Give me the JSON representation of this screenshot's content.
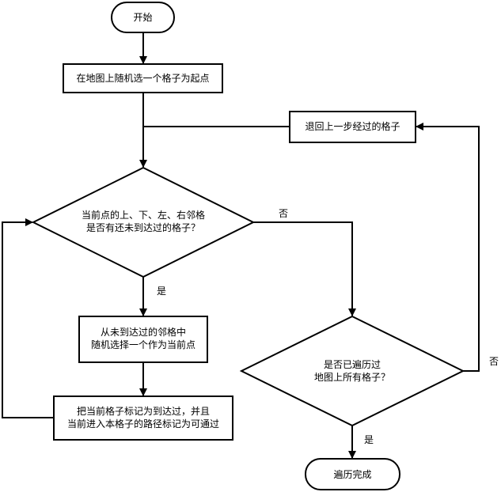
{
  "diagram": {
    "type": "flowchart",
    "nodes": {
      "start": {
        "shape": "terminator",
        "text": "开始"
      },
      "pick_start": {
        "shape": "process",
        "text": "在地图上随机选一个格子为起点"
      },
      "backtrack": {
        "shape": "process",
        "text": "退回上一步经过的格子"
      },
      "has_unvisited": {
        "shape": "decision",
        "line1": "当前点的上、下、左、右邻格",
        "line2": "是否有还未到达过的格子？"
      },
      "choose_neighbor": {
        "shape": "process",
        "line1": "从未到达过的邻格中",
        "line2": "随机选择一个作为当前点"
      },
      "mark_visited": {
        "shape": "process",
        "line1": "把当前格子标记为到达过，并且",
        "line2": "当前进入本格子的路径标记为可通过"
      },
      "all_visited": {
        "shape": "decision",
        "line1": "是否已遍历过",
        "line2": "地图上所有格子？"
      },
      "done": {
        "shape": "terminator",
        "text": "遍历完成"
      }
    },
    "edge_labels": {
      "has_unvisited_yes": "是",
      "has_unvisited_no": "否",
      "all_visited_yes": "是",
      "all_visited_no": "否"
    },
    "edges": [
      {
        "from": "start",
        "to": "pick_start"
      },
      {
        "from": "pick_start",
        "to": "has_unvisited"
      },
      {
        "from": "has_unvisited",
        "to": "choose_neighbor",
        "label": "是"
      },
      {
        "from": "has_unvisited",
        "to": "all_visited",
        "label": "否"
      },
      {
        "from": "choose_neighbor",
        "to": "mark_visited"
      },
      {
        "from": "mark_visited",
        "to": "has_unvisited"
      },
      {
        "from": "all_visited",
        "to": "done",
        "label": "是"
      },
      {
        "from": "all_visited",
        "to": "backtrack",
        "label": "否"
      },
      {
        "from": "backtrack",
        "to": "has_unvisited"
      }
    ]
  }
}
